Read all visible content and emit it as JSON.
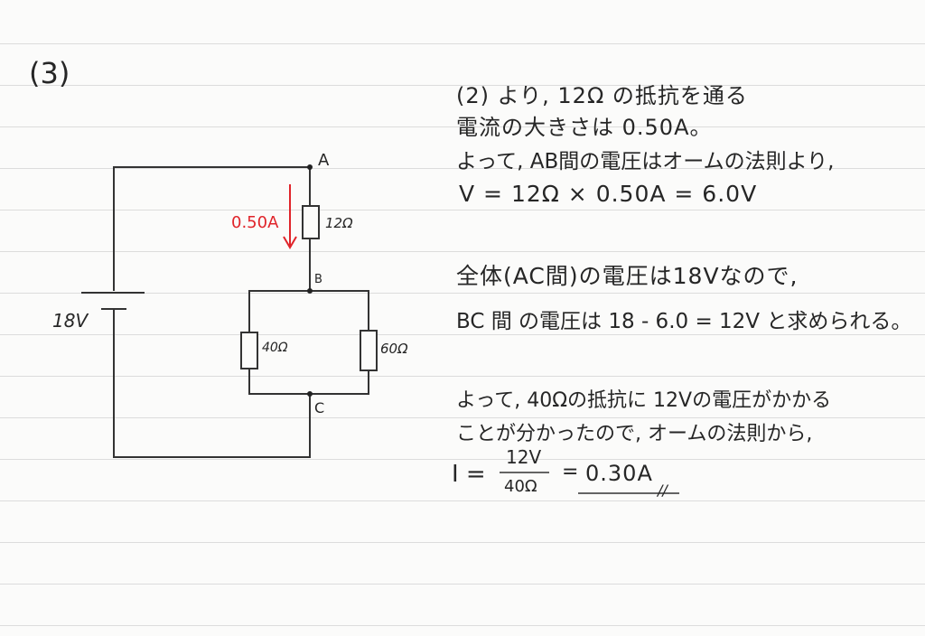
{
  "problem_number": "(3)",
  "circuit": {
    "voltage_source": "18V",
    "current_arrow": "0.50A",
    "node_a": "A",
    "node_b": "B",
    "node_c": "C",
    "r_top": "12Ω",
    "r_left": "40Ω",
    "r_right": "60Ω"
  },
  "solution": {
    "p1_line1": "(2) より, 12Ω の抵抗を通る",
    "p1_line2": "電流の大きさは 0.50A。",
    "p1_line3": "よって, AB間の電圧はオームの法則より,",
    "p1_eq": "V = 12Ω × 0.50A = 6.0V",
    "p2_line1": "全体(AC間)の電圧は18Vなので,",
    "p2_line2": "BC 間 の電圧は 18 - 6.0 = 12V と求められる。",
    "p3_line1": "よって, 40Ωの抵抗に 12Vの電圧がかかる",
    "p3_line2": "ことが分かったので, オームの法則から,",
    "eq_lhs": "I =",
    "frac_num": "12V",
    "frac_den": "40Ω",
    "eq_equals": "=",
    "answer": "0.30A",
    "answer_mark": "//"
  }
}
